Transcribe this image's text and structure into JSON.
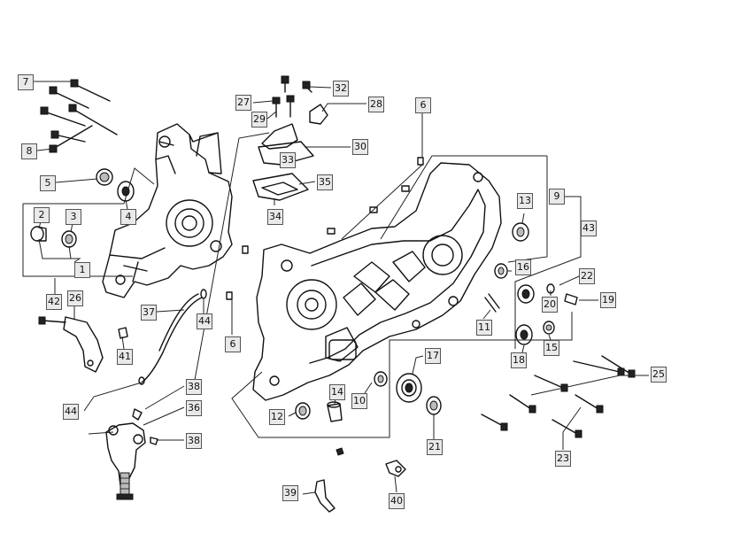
{
  "callouts": [
    {
      "n": "7"
    },
    {
      "n": "8"
    },
    {
      "n": "5"
    },
    {
      "n": "4"
    },
    {
      "n": "2"
    },
    {
      "n": "3"
    },
    {
      "n": "1"
    },
    {
      "n": "42"
    },
    {
      "n": "26"
    },
    {
      "n": "41"
    },
    {
      "n": "37"
    },
    {
      "n": "44"
    },
    {
      "n": "44"
    },
    {
      "n": "38"
    },
    {
      "n": "36"
    },
    {
      "n": "38"
    },
    {
      "n": "27"
    },
    {
      "n": "29"
    },
    {
      "n": "32"
    },
    {
      "n": "28"
    },
    {
      "n": "30"
    },
    {
      "n": "33"
    },
    {
      "n": "35"
    },
    {
      "n": "34"
    },
    {
      "n": "6"
    },
    {
      "n": "6"
    },
    {
      "n": "13"
    },
    {
      "n": "9"
    },
    {
      "n": "43"
    },
    {
      "n": "16"
    },
    {
      "n": "22"
    },
    {
      "n": "20"
    },
    {
      "n": "19"
    },
    {
      "n": "11"
    },
    {
      "n": "15"
    },
    {
      "n": "18"
    },
    {
      "n": "17"
    },
    {
      "n": "14"
    },
    {
      "n": "10"
    },
    {
      "n": "12"
    },
    {
      "n": "21"
    },
    {
      "n": "25"
    },
    {
      "n": "23"
    },
    {
      "n": "39"
    },
    {
      "n": "40"
    }
  ]
}
